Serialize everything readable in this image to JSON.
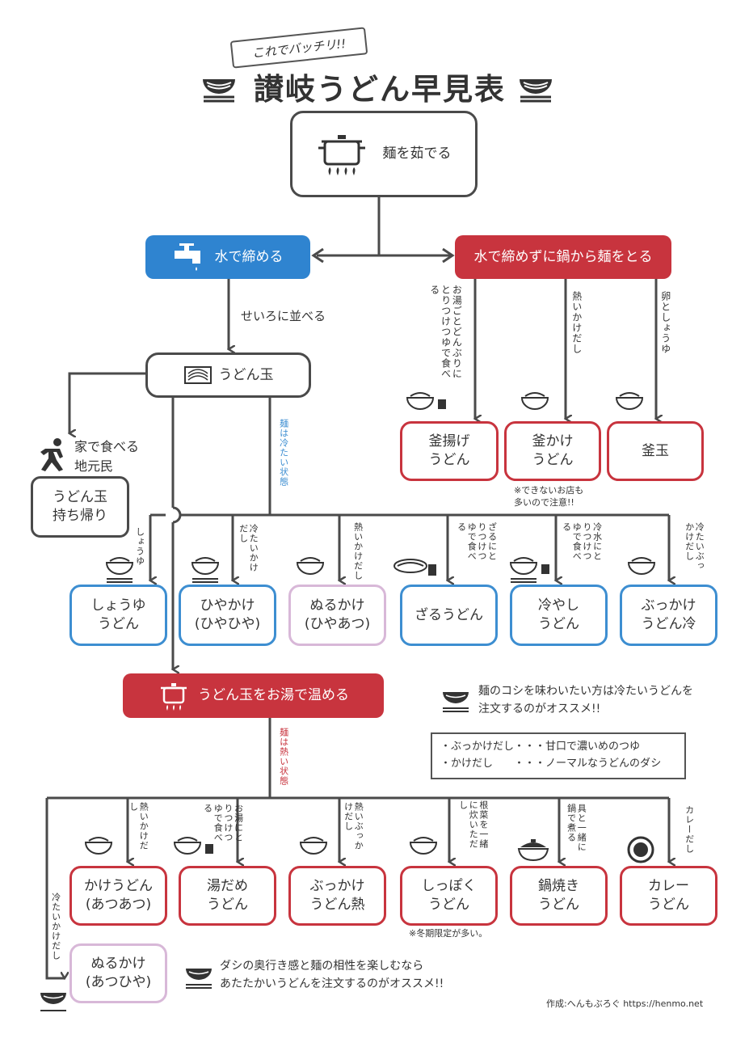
{
  "header": {
    "badge": "これでバッチリ!!",
    "title": "讃岐うどん早見表"
  },
  "top": {
    "boil": "麺を茹でる"
  },
  "branch": {
    "water": "水で締める",
    "nowater": "水で締めずに鍋から麺をとる",
    "seiro": "せいろに並べる",
    "tama": "うどん玉",
    "home_label": "家で食べる\n地元民",
    "home_box": "うどん玉\n持ち帰り",
    "cold_state": "麺は冷たい状態",
    "hot_state": "麺は熱い状態",
    "warm": "うどん玉をお湯で温める"
  },
  "hot_direct": {
    "edges": [
      "お湯ごとどんぶりにとりつけつゆで食べる",
      "熱いかけだし",
      "卵としょうゆ"
    ],
    "items": [
      "釜揚げ\nうどん",
      "釜かけ\nうどん",
      "釜玉"
    ],
    "note": "※できないお店も\n多いので注意!!"
  },
  "cold": {
    "edges": [
      "しょうゆ",
      "冷たいかけだし",
      "熱いかけだし",
      "ざるにとりつけつゆで食べる",
      "冷水にとりつけつゆで食べる",
      "冷たいぶっかけだし"
    ],
    "items": [
      "しょうゆ\nうどん",
      "ひやかけ\n(ひやひや)",
      "ぬるかけ\n(ひやあつ)",
      "ざるうどん",
      "冷やし\nうどん",
      "ぶっかけ\nうどん冷"
    ]
  },
  "hot": {
    "edges": [
      "熱いかけだし",
      "お湯にとりつけつゆで食べる",
      "熱いぶっかけだし",
      "根菜を一緒に炊いただし",
      "具と一緒に鍋で煮る",
      "カレーだし"
    ],
    "items": [
      "かけうどん\n(あつあつ)",
      "湯だめ\nうどん",
      "ぶっかけ\nうどん熱",
      "しっぽく\nうどん",
      "鍋焼き\nうどん",
      "カレー\nうどん"
    ],
    "note": "※冬期限定が多い。",
    "side_edge": "冷たいかけだし",
    "side_item": "ぬるかけ\n(あつひや)"
  },
  "tips": {
    "cold_tip": "麺のコシを味わいたい方は冷たいうどんを\n注文するのがオススメ!!",
    "legend": [
      "・ぶっかけだし・・・甘口で濃いめのつゆ",
      "・かけだし　　・・・ノーマルなうどんのダシ"
    ],
    "hot_tip": "ダシの奥行き感と麺の相性を楽しむなら\nあたたかいうどんを注文するのがオススメ!!"
  },
  "credit": "作成:へんもぶろぐ https://henmo.net",
  "colors": {
    "red": "#c8343e",
    "blue": "#2f84d0",
    "gray": "#4a4a4a",
    "pink": "#d8b8d8"
  }
}
